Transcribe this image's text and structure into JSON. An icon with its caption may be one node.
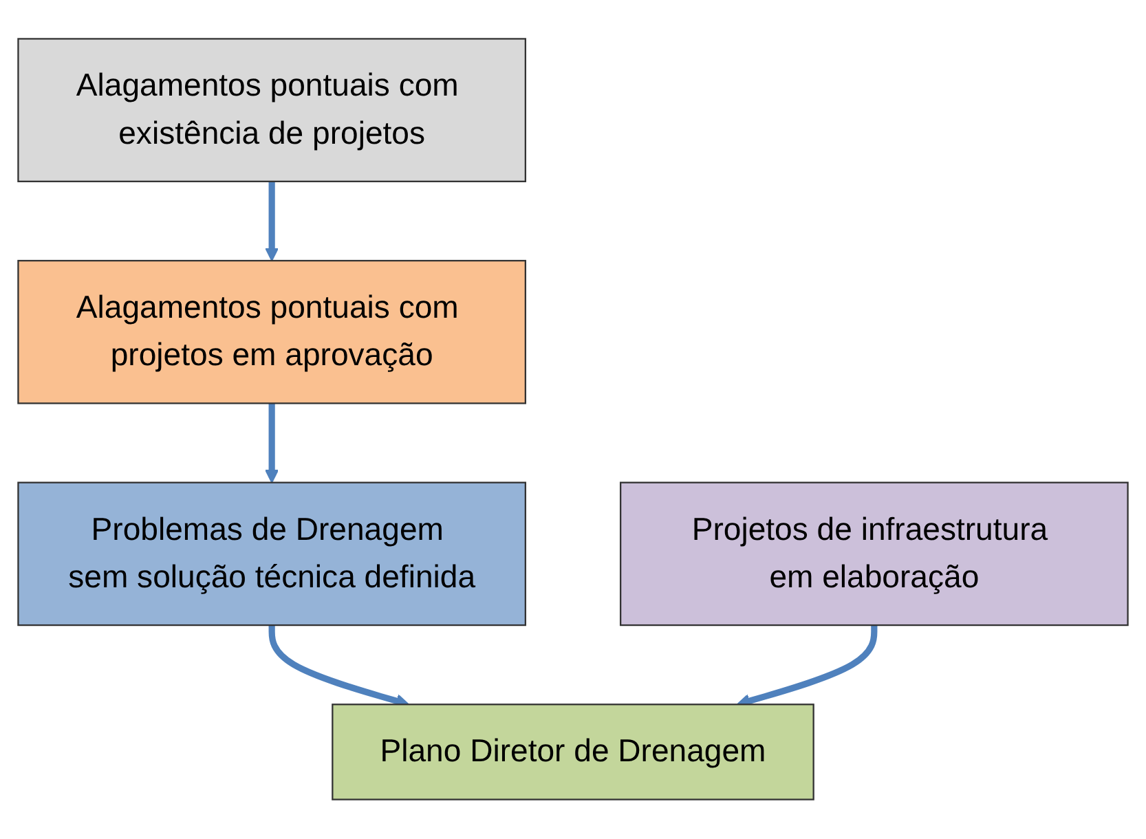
{
  "diagram": {
    "nodes": [
      {
        "text": [
          "Alagamentos pontuais com existência de projetos"
        ]
      },
      {
        "text": [
          "Alagamentos pontuais com projetos em aprovação"
        ]
      },
      {
        "text": [
          "Problemas de Drenagem sem solução técnica definida"
        ]
      },
      {
        "text": [
          "Projetos de infraestrutura em elaboração"
        ]
      },
      {
        "text": [
          "Plano Diretor de Drenagem"
        ]
      }
    ],
    "edges": [
      {
        "from": 0,
        "to": 1,
        "arrow": "to"
      },
      {
        "from": 1,
        "to": 2,
        "arrow": "to"
      },
      {
        "from": 2,
        "to": 4,
        "arrow": "to"
      },
      {
        "from": 3,
        "to": 4,
        "arrow": "to"
      }
    ]
  }
}
